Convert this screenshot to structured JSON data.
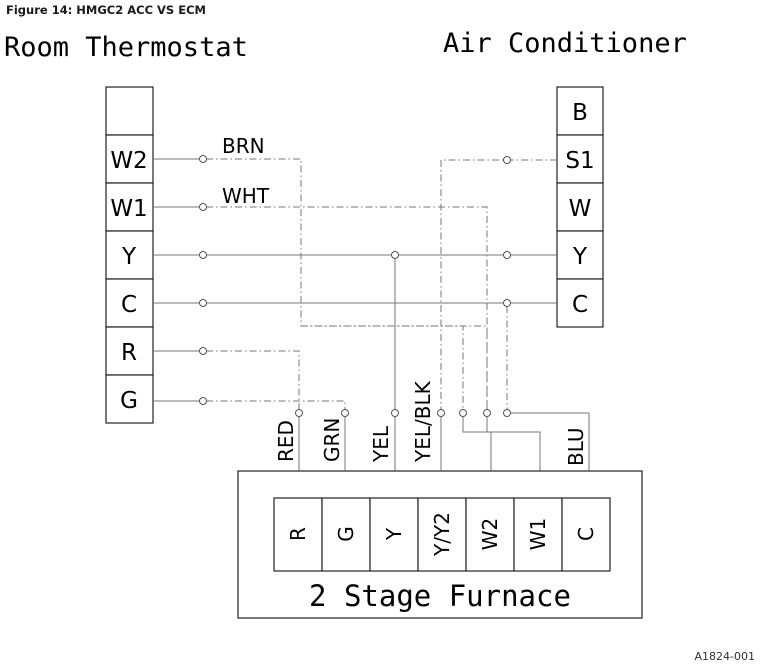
{
  "caption": "Figure 14: HMGC2 ACC VS ECM",
  "thermostat": {
    "title": "Room Thermostat",
    "terminals": [
      "",
      "W2",
      "W1",
      "Y",
      "C",
      "R",
      "G"
    ]
  },
  "air_conditioner": {
    "title": "Air Conditioner",
    "terminals": [
      "B",
      "S1",
      "W",
      "Y",
      "C"
    ]
  },
  "wire_labels": {
    "brn": "BRN",
    "wht": "WHT",
    "red": "RED",
    "grn": "GRN",
    "yel": "YEL",
    "yel_blk": "YEL/BLK",
    "blu": "BLU"
  },
  "furnace": {
    "title": "2 Stage Furnace",
    "terminals": [
      "R",
      "G",
      "Y",
      "Y/Y2",
      "W2",
      "W1",
      "C"
    ]
  },
  "reference": "A1824-001"
}
